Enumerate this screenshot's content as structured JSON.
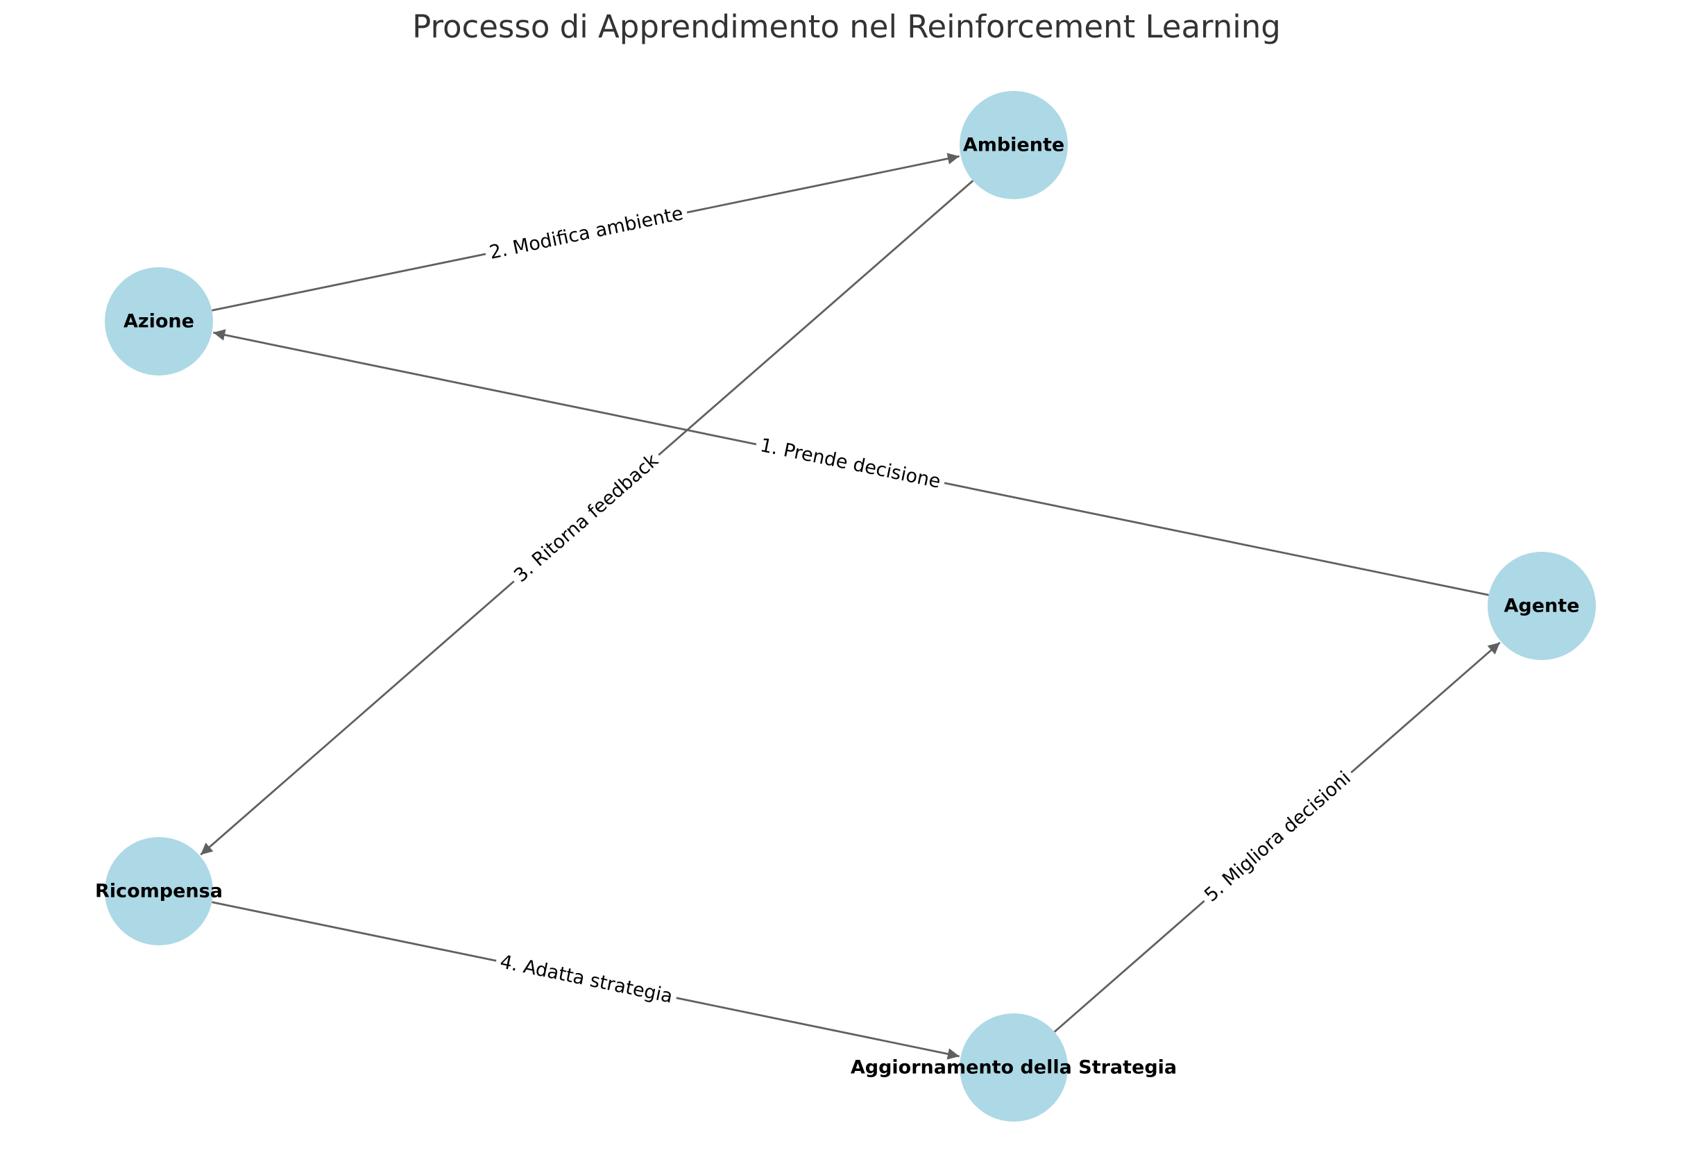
{
  "title": "Processo di Apprendimento nel Reinforcement Learning",
  "colors": {
    "node_fill": "#add8e6",
    "edge": "#606060",
    "label_bg": "#ffffff",
    "title": "#333333"
  },
  "nodes": [
    {
      "id": "ambiente",
      "label": "Ambiente"
    },
    {
      "id": "azione",
      "label": "Azione"
    },
    {
      "id": "agente",
      "label": "Agente"
    },
    {
      "id": "ricompensa",
      "label": "Ricompensa"
    },
    {
      "id": "aggiornamento",
      "label": "Aggiornamento della Strategia"
    }
  ],
  "edges": [
    {
      "id": "e1",
      "from": "agente",
      "to": "azione",
      "label": "1. Prende decisione"
    },
    {
      "id": "e2",
      "from": "azione",
      "to": "ambiente",
      "label": "2. Modifica ambiente"
    },
    {
      "id": "e3",
      "from": "ambiente",
      "to": "ricompensa",
      "label": "3. Ritorna feedback"
    },
    {
      "id": "e4",
      "from": "ricompensa",
      "to": "aggiornamento",
      "label": "4. Adatta strategia"
    },
    {
      "id": "e5",
      "from": "aggiornamento",
      "to": "agente",
      "label": "5. Migliora decisioni"
    }
  ]
}
